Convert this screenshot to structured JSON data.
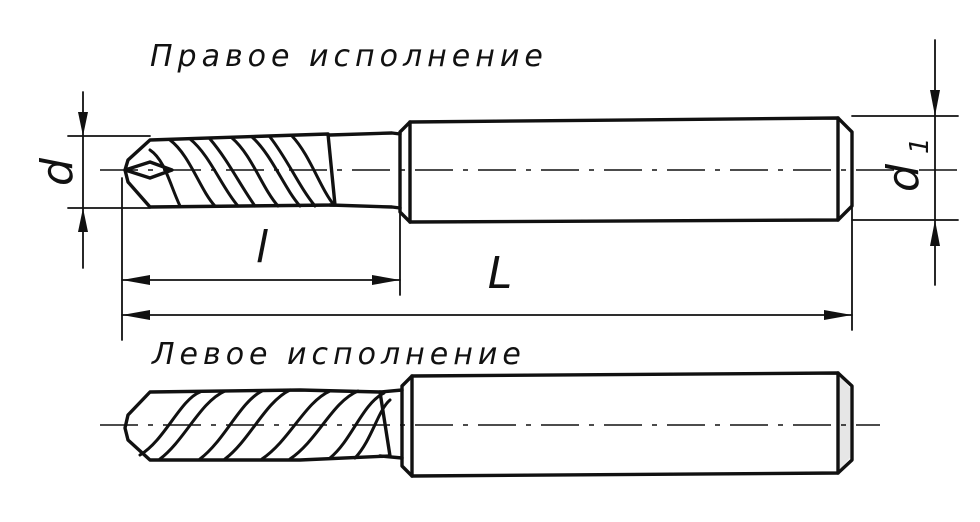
{
  "labels": {
    "right_version": "Правое исполнение",
    "left_version": "Левое исполнение",
    "diameter_d": "d",
    "diameter_d1": "d",
    "diameter_d1_subscript": "1",
    "length_l": "l",
    "length_L": "L"
  },
  "colors": {
    "ink": "#111111",
    "paper": "#ffffff",
    "shank_end_fill": "#e6e6e6"
  }
}
